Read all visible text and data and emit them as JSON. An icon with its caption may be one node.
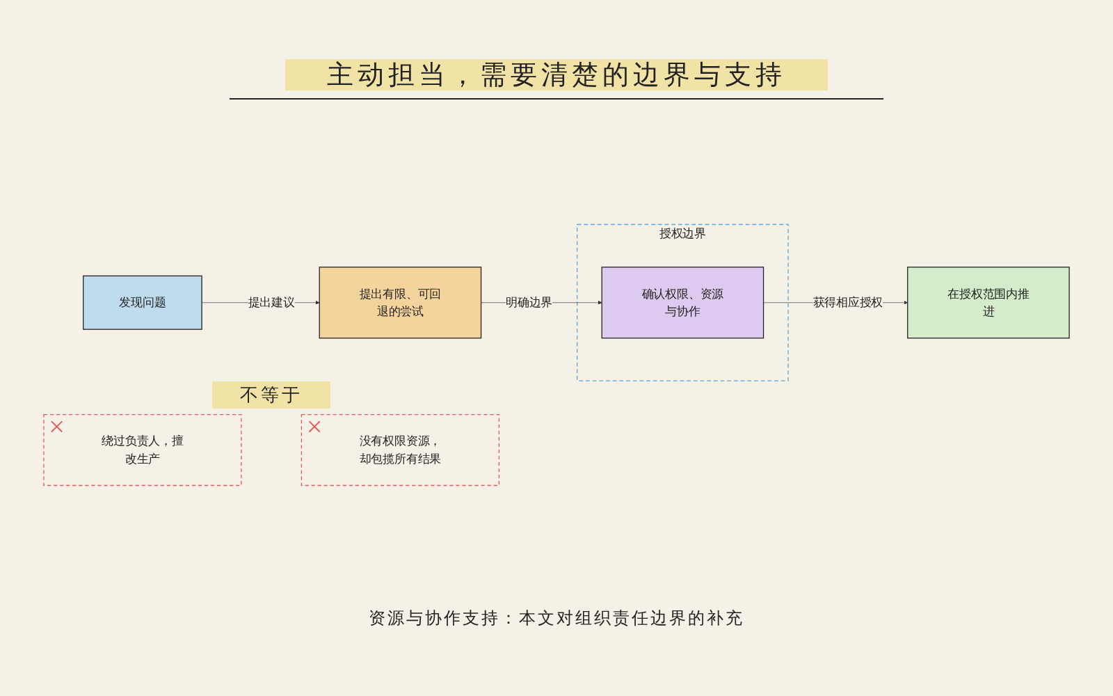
{
  "diagram": {
    "title": "主动担当，需要清楚的边界与支持",
    "caption": "资源与协作支持：本文对组织责任边界的补充",
    "nodes": [
      {
        "text": [
          "发现问题"
        ]
      },
      {
        "text": [
          "提出有限、可回退的尝试"
        ]
      },
      {
        "text": [
          "授权边界"
        ]
      },
      {
        "text": [
          "确认权限、资源与协作"
        ],
        "in": 2
      },
      {
        "text": [
          "在授权范围内推进"
        ]
      },
      {
        "text": [
          "绕过负责人，擅改生产"
        ]
      },
      {
        "text": [
          "没有权限资源，却包揽所有结果"
        ]
      }
    ],
    "edges": [
      {
        "from": 0,
        "to": 1,
        "arrow": "to",
        "label": "提出建议"
      },
      {
        "from": 1,
        "to": 3,
        "arrow": "to",
        "label": "明确边界"
      },
      {
        "from": 3,
        "to": 4,
        "arrow": "to",
        "label": "获得相应授权"
      }
    ],
    "labels": [
      "不等于"
    ]
  }
}
